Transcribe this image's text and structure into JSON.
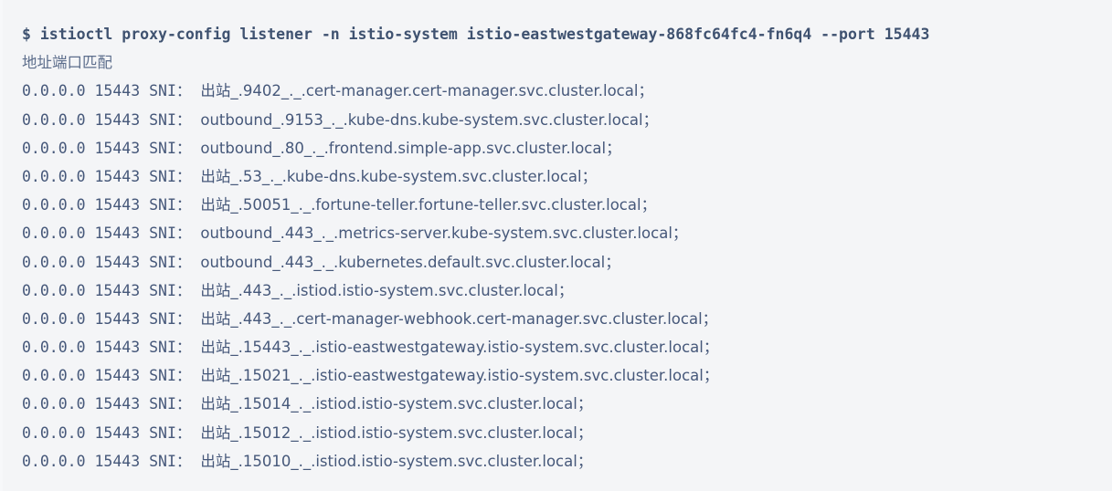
{
  "terminal": {
    "prompt": "$",
    "command": "istioctl proxy-config listener -n istio-system istio-eastwestgateway-868fc64fc4-fn6q4 --port 15443",
    "caption": "地址端口匹配",
    "colors": {
      "background": "#f4f5f7",
      "text": "#46587a",
      "command_text": "#3f5270"
    },
    "columns": {
      "address": "0.0.0.0",
      "port": "15443",
      "match_label": "SNI："
    },
    "rows": [
      {
        "address": "0.0.0.0",
        "port": "15443",
        "match_label": "SNI：",
        "direction": "出站",
        "direction_lang": "cjk",
        "sni": "_.9402_._.cert-manager.cert-manager.svc.cluster.local",
        "terminator": "；"
      },
      {
        "address": "0.0.0.0",
        "port": "15443",
        "match_label": "SNI：",
        "direction": "outbound",
        "direction_lang": "en",
        "sni": "_.9153_._.kube-dns.kube-system.svc.cluster.local",
        "terminator": "；"
      },
      {
        "address": "0.0.0.0",
        "port": "15443",
        "match_label": "SNI：",
        "direction": "outbound",
        "direction_lang": "en",
        "sni": "_.80_._.frontend.simple-app.svc.cluster.local",
        "terminator": "；"
      },
      {
        "address": "0.0.0.0",
        "port": "15443",
        "match_label": "SNI：",
        "direction": "出站",
        "direction_lang": "cjk",
        "sni": "_.53_._.kube-dns.kube-system.svc.cluster.local",
        "terminator": "；"
      },
      {
        "address": "0.0.0.0",
        "port": "15443",
        "match_label": "SNI：",
        "direction": "出站",
        "direction_lang": "cjk",
        "sni": "_.50051_._.fortune-teller.fortune-teller.svc.cluster.local",
        "terminator": "；"
      },
      {
        "address": "0.0.0.0",
        "port": "15443",
        "match_label": "SNI：",
        "direction": "outbound",
        "direction_lang": "en",
        "sni": "_.443_._.metrics-server.kube-system.svc.cluster.local",
        "terminator": "；"
      },
      {
        "address": "0.0.0.0",
        "port": "15443",
        "match_label": "SNI：",
        "direction": "outbound",
        "direction_lang": "en",
        "sni": "_.443_._.kubernetes.default.svc.cluster.local",
        "terminator": "；"
      },
      {
        "address": "0.0.0.0",
        "port": "15443",
        "match_label": "SNI：",
        "direction": "出站",
        "direction_lang": "cjk",
        "sni": "_.443_._.istiod.istio-system.svc.cluster.local",
        "terminator": "；"
      },
      {
        "address": "0.0.0.0",
        "port": "15443",
        "match_label": "SNI：",
        "direction": "出站",
        "direction_lang": "cjk",
        "sni": "_.443_._.cert-manager-webhook.cert-manager.svc.cluster.local",
        "terminator": "；"
      },
      {
        "address": "0.0.0.0",
        "port": "15443",
        "match_label": "SNI：",
        "direction": "出站",
        "direction_lang": "cjk",
        "sni": "_.15443_._.istio-eastwestgateway.istio-system.svc.cluster.local",
        "terminator": "；"
      },
      {
        "address": "0.0.0.0",
        "port": "15443",
        "match_label": "SNI：",
        "direction": "出站",
        "direction_lang": "cjk",
        "sni": "_.15021_._.istio-eastwestgateway.istio-system.svc.cluster.local",
        "terminator": "；"
      },
      {
        "address": "0.0.0.0",
        "port": "15443",
        "match_label": "SNI：",
        "direction": "出站",
        "direction_lang": "cjk",
        "sni": "_.15014_._.istiod.istio-system.svc.cluster.local",
        "terminator": "；"
      },
      {
        "address": "0.0.0.0",
        "port": "15443",
        "match_label": "SNI：",
        "direction": "出站",
        "direction_lang": "cjk",
        "sni": "_.15012_._.istiod.istio-system.svc.cluster.local",
        "terminator": "；"
      },
      {
        "address": "0.0.0.0",
        "port": "15443",
        "match_label": "SNI：",
        "direction": "出站",
        "direction_lang": "cjk",
        "sni": "_.15010_._.istiod.istio-system.svc.cluster.local",
        "terminator": "；"
      }
    ]
  }
}
